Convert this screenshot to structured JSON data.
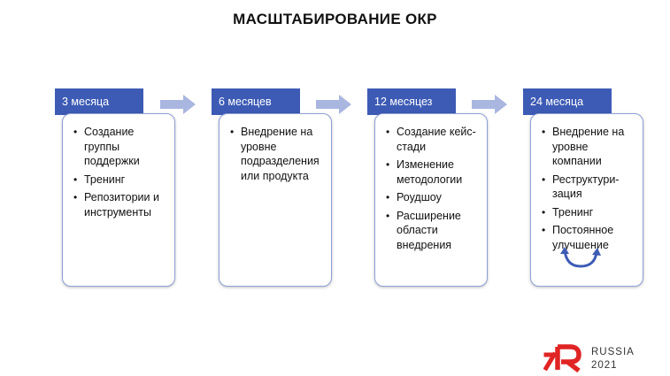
{
  "title": "МАСШТАБИРОВАНИЕ ОКР",
  "stages": [
    {
      "label": "3 месяца",
      "items": [
        "Создание группы поддержки",
        "Тренинг",
        "Репозитории и инструменты"
      ]
    },
    {
      "label": "6 месяцев",
      "items": [
        "Внедрение на уровне подразделения или продукта"
      ]
    },
    {
      "label": "12 месяцез",
      "items": [
        "Создание кейс-стади",
        "Изменение методологии",
        "Роудшоу",
        "Расширение области внедрения"
      ]
    },
    {
      "label": "24 месяца",
      "items": [
        "Внедрение на уровне компании",
        "Реструктури-зация",
        "Тренинг",
        "Постоянное улучшение"
      ]
    }
  ],
  "brand": {
    "name": "RUSSIA",
    "year": "2021",
    "logo_icon": "kr-logo-icon"
  },
  "colors": {
    "tab": "#3d5bb5",
    "arrow": "#a9b6e0",
    "card_border": "#8ea0d6",
    "logo_red": "#e02424"
  }
}
